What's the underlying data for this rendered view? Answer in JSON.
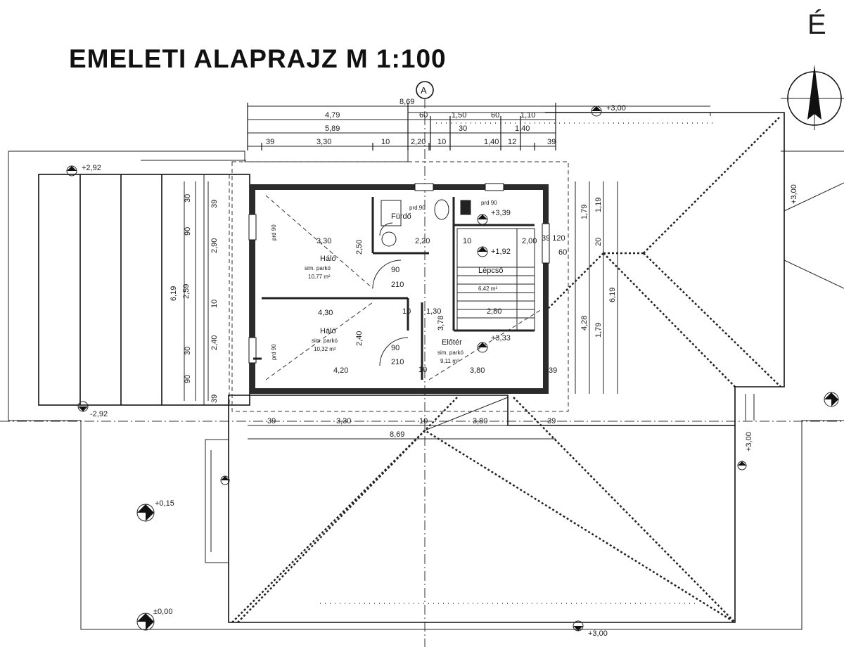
{
  "title": "EMELETI ALAPRAJZ  M 1:100",
  "north": {
    "letter": "É"
  },
  "section_mark": "A",
  "dimensions_top": {
    "row1": [
      "8,69"
    ],
    "row2": [
      "4,79",
      "60",
      "1,50",
      "60",
      "1,10"
    ],
    "row3": [
      "5,89",
      "30",
      "1,40"
    ],
    "row4": [
      "39",
      "3,30",
      "10",
      "2,20",
      "10",
      "1,40",
      "12",
      "39"
    ]
  },
  "dimensions_bottom": {
    "row1": [
      "39",
      "3,30",
      "10",
      "3,80",
      "39"
    ],
    "row2": [
      "8,69"
    ]
  },
  "dimensions_left": [
    "6,19",
    "2,59",
    "2,90",
    "2,40",
    "30",
    "90",
    "30",
    "90",
    "39",
    "10",
    "39"
  ],
  "dimensions_right": [
    "6,19",
    "4,28",
    "1,79",
    "1,19",
    "1,79",
    "20",
    "60",
    "39"
  ],
  "rooms": [
    {
      "name": "Háló",
      "subtitle": "sim. parkó",
      "area": "10,77 m²"
    },
    {
      "name": "Háló",
      "subtitle": "sim. parkó",
      "area": "10,32 m²"
    },
    {
      "name": "Előtér",
      "subtitle": "sim. parkó",
      "area": "9,11 m²"
    },
    {
      "name": "Fürdő",
      "subtitle": "",
      "area": "",
      "door": "prd.90"
    },
    {
      "name": "Lépcső",
      "subtitle": "",
      "area": "6,42 m²"
    }
  ],
  "inner_dimensions": [
    "3,30",
    "4,30",
    "4,20",
    "3,80",
    "2,20",
    "1,30",
    "3,78",
    "2,80",
    "2,50",
    "2,40",
    "90",
    "210",
    "90",
    "210",
    "10",
    "10",
    "10",
    "2,00",
    "39 120"
  ],
  "door_labels": [
    "prd 90",
    "prd 90",
    "prd 90"
  ],
  "levels": [
    "+2,92",
    "-2,92",
    "+3,00",
    "+3,00",
    "+3,39",
    "+1,92",
    "+3,33",
    "+0,15",
    "±0,00",
    "+3,00",
    "+3,00"
  ]
}
